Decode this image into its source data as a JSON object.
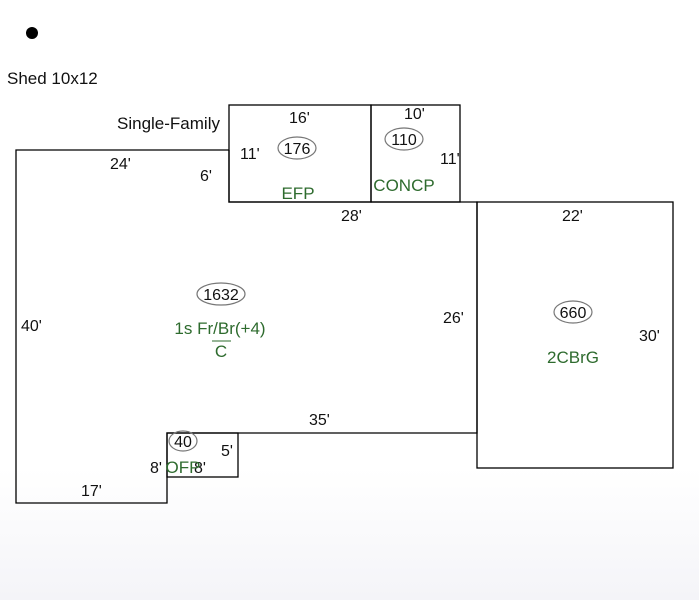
{
  "header": {
    "shed_label": "Shed 10x12",
    "building_type": "Single-Family"
  },
  "dims": {
    "main_top": "24'",
    "main_left": "40'",
    "main_bottom": "17'",
    "main_step_right": "6'",
    "main_mid_top": "28'",
    "main_right": "26'",
    "main_notch_top": "35'",
    "efp_top": "16'",
    "efp_left": "11'",
    "concp_top": "10'",
    "concp_right": "11'",
    "garage_top": "22'",
    "garage_right": "30'",
    "ofp_left": "8'",
    "ofp_right": "5'",
    "ofp_bottom": "8'"
  },
  "areas": {
    "main": {
      "sqft": "1632",
      "label": "1s Fr/Br(+4)",
      "sub": "C"
    },
    "efp": {
      "sqft": "176",
      "label": "EFP"
    },
    "concp": {
      "sqft": "110",
      "label": "CONCP"
    },
    "garage": {
      "sqft": "660",
      "label": "2CBrG"
    },
    "ofp": {
      "sqft": "40",
      "label": "OFP"
    }
  },
  "colors": {
    "line": "#000000",
    "area_label": "#2e6b2e"
  }
}
